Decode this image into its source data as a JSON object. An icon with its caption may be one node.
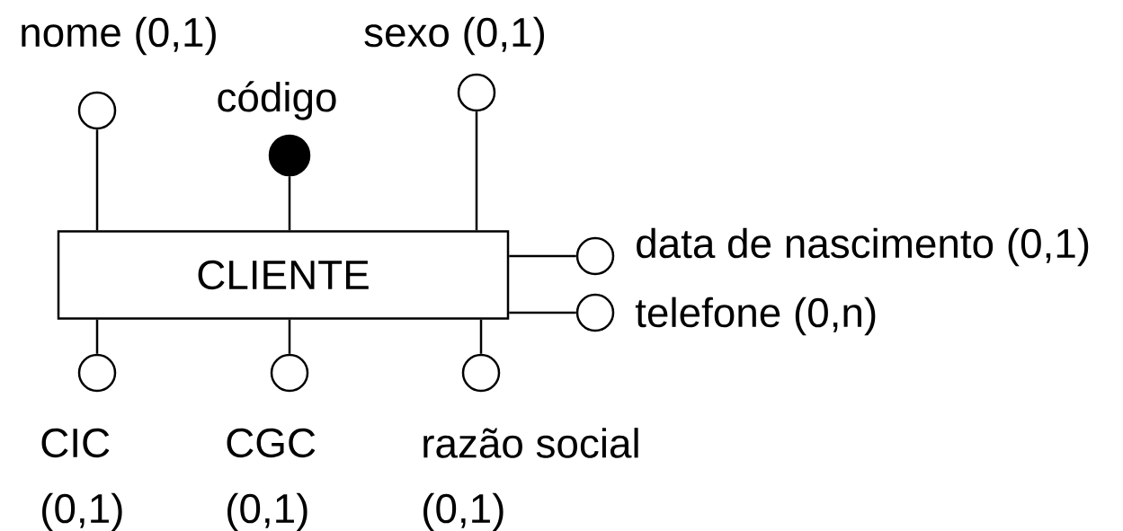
{
  "diagram": {
    "nodes": [
      {
        "text": [
          "CLIENTE"
        ]
      },
      {
        "text": [],
        "shape": "circle",
        "beside": [
          "nome (0,1)"
        ]
      },
      {
        "text": [],
        "shape": "dot",
        "beside": [
          "código"
        ]
      },
      {
        "text": [],
        "shape": "circle",
        "beside": [
          "sexo (0,1)"
        ]
      },
      {
        "text": [],
        "shape": "circle",
        "beside": [
          "data de nascimento (0,1)"
        ]
      },
      {
        "text": [],
        "shape": "circle",
        "beside": [
          "telefone (0,n)"
        ]
      },
      {
        "text": [],
        "shape": "circle",
        "beside": [
          "CIC",
          "(0,1)"
        ]
      },
      {
        "text": [],
        "shape": "circle",
        "beside": [
          "CGC",
          "(0,1)"
        ]
      },
      {
        "text": [],
        "shape": "circle",
        "beside": [
          "razão social",
          "(0,1)"
        ]
      }
    ],
    "edges": [
      {
        "from": 1,
        "to": 0,
        "arrow": "none"
      },
      {
        "from": 2,
        "to": 0,
        "arrow": "none"
      },
      {
        "from": 3,
        "to": 0,
        "arrow": "none"
      },
      {
        "from": 4,
        "to": 0,
        "arrow": "none"
      },
      {
        "from": 5,
        "to": 0,
        "arrow": "none"
      },
      {
        "from": 6,
        "to": 0,
        "arrow": "none"
      },
      {
        "from": 7,
        "to": 0,
        "arrow": "none"
      },
      {
        "from": 8,
        "to": 0,
        "arrow": "none"
      }
    ]
  }
}
